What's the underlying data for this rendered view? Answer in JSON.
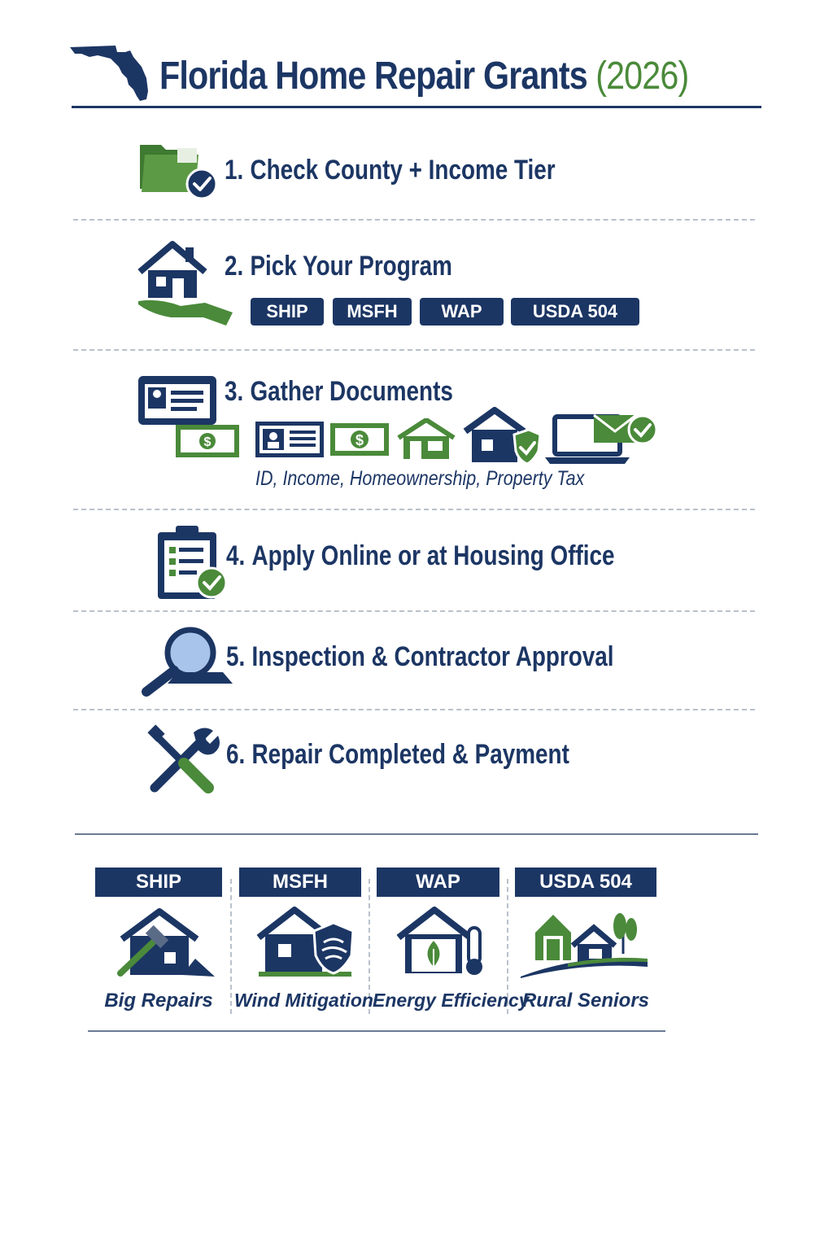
{
  "header": {
    "title": "Florida Home Repair Grants",
    "year": "(2026)"
  },
  "steps": [
    {
      "number": "1.",
      "title": "Check County + Income Tier"
    },
    {
      "number": "2.",
      "title": "Pick Your Program",
      "programs": [
        "SHIP",
        "MSFH",
        "WAP",
        "USDA 504"
      ]
    },
    {
      "number": "3.",
      "title": "Gather Documents",
      "caption": "ID, Income, Homeownership, Property Tax"
    },
    {
      "number": "4.",
      "title": "Apply Online or at Housing Office"
    },
    {
      "number": "5.",
      "title": "Inspection & Contractor Approval"
    },
    {
      "number": "6.",
      "title": "Repair Completed & Payment"
    }
  ],
  "program_cards": [
    {
      "name": "SHIP",
      "caption": "Big Repairs",
      "icon": "house-hammer-icon"
    },
    {
      "name": "MSFH",
      "caption": "Wind Mitigation",
      "icon": "house-shield-wind-icon"
    },
    {
      "name": "WAP",
      "caption": "Energy Efficiency",
      "icon": "house-leaf-thermometer-icon"
    },
    {
      "name": "USDA 504",
      "caption": "Rural Seniors",
      "icon": "rural-barn-house-icon"
    }
  ],
  "colors": {
    "navy": "#1c3664",
    "green": "#4a8a3a",
    "divider": "#b9c1cc"
  }
}
